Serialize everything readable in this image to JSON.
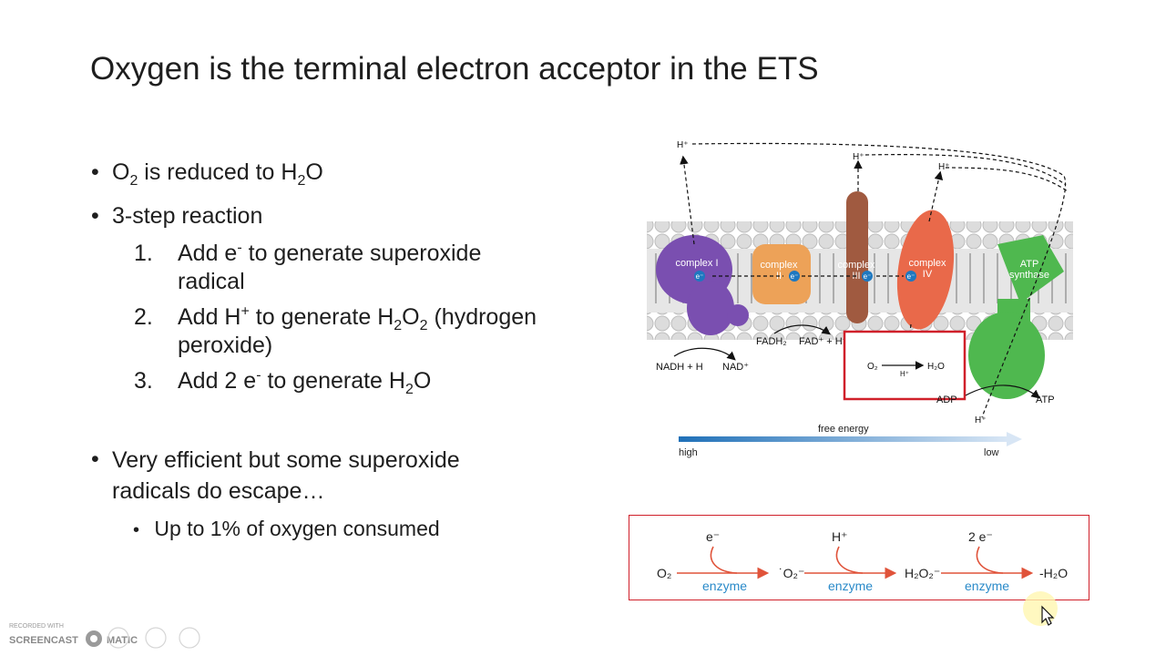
{
  "slide": {
    "title": "Oxygen is the terminal electron acceptor in the ETS",
    "bullets": {
      "b1": {
        "a": "O",
        "a_sub": "2",
        "b": " is reduced to H",
        "b_sub": "2",
        "c": "O"
      },
      "b2": "3-step reaction",
      "steps": [
        {
          "num": "1.",
          "l1a": "Add e",
          "l1sup": "-",
          "l1b": " to generate superoxide",
          "l2": "radical"
        },
        {
          "num": "2.",
          "l1a": "Add H",
          "l1sup": "+",
          "l1b": " to generate H",
          "l1sub1": "2",
          "l1c": "O",
          "l1sub2": "2",
          "l1d": " (hydrogen",
          "l2": "peroxide)"
        },
        {
          "num": "3.",
          "l1a": "Add 2 e",
          "l1sup": "-",
          "l1b": " to generate H",
          "l1sub1": "2",
          "l1c": "O"
        }
      ],
      "b3_l1": "Very efficient but some superoxide",
      "b3_l2": "radicals do escape…",
      "b3_sub": "Up to 1% of oxygen consumed"
    }
  },
  "diagram": {
    "h_plus": "H⁺",
    "complex1": "complex I",
    "complex2a": "complex",
    "complex2b": "II",
    "complex3a": "complex",
    "complex3b": "III",
    "complex4a": "complex",
    "complex4b": "IV",
    "atp_a": "ATP",
    "atp_b": "synthase",
    "e_minus": "e⁻",
    "fadh2": "FADH₂",
    "fad": "FAD⁺ + H⁺",
    "nadh": "NADH + H",
    "nad": "NAD⁺",
    "o2": "O₂",
    "h2o": "H₂O",
    "adp": "ADP",
    "atp": "ATP",
    "free_energy": "free energy",
    "high": "high",
    "low": "low"
  },
  "equation": {
    "o2": "O₂",
    "superoxide": "˙O₂⁻",
    "peroxide": "H₂O₂⁻",
    "water": "-H₂O",
    "r1": "e⁻",
    "r2": "H⁺",
    "r3": "2 e⁻",
    "enzyme1": "enzyme",
    "enzyme2": "enzyme",
    "enzyme3": "enzyme"
  },
  "watermark": {
    "line1": "RECORDED WITH",
    "line2": "SCREENCAST",
    "line3": "MATIC"
  },
  "colors": {
    "accent_red": "#d0202a",
    "enzyme_blue": "#2a8ac9",
    "arrow_red": "#e0533a"
  }
}
